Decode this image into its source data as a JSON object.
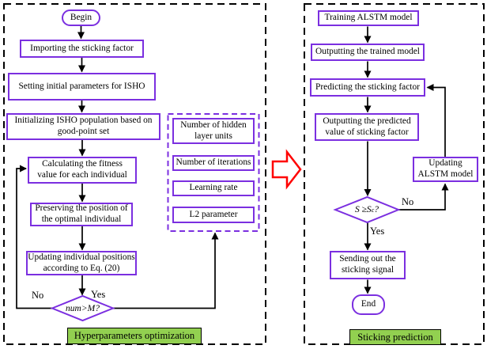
{
  "colors": {
    "purple": "#7B2FE0",
    "green": "#92D050",
    "red": "#FF0000",
    "line": "#000000"
  },
  "left_panel": {
    "title": "Hyperparameters optimization",
    "begin_label": "Begin",
    "importing": "Importing the sticking factor",
    "setting": "Setting initial parameters for ISHO",
    "initializing": [
      "Initializing ISHO population based on",
      "good-point set"
    ],
    "calculating": [
      "Calculating the fitness",
      "value for each individual"
    ],
    "preserving": [
      "Preserving the position of",
      "the optimal individual"
    ],
    "updating": [
      "Updating individual positions",
      "according to Eq. (20)"
    ],
    "decision": "num>M?",
    "no_label": "No",
    "yes_label": "Yes",
    "hyperparams": {
      "hidden_units": [
        "Number of hidden",
        "layer units"
      ],
      "iterations": "Number of iterations",
      "learning_rate": "Learning rate",
      "l2": "L2 parameter"
    }
  },
  "right_panel": {
    "title": "Sticking prediction",
    "training": "Training ALSTM model",
    "out_trained": "Outputting the trained model",
    "predicting": "Predicting the sticking factor",
    "out_predicted": [
      "Outputting the predicted",
      "value of sticking factor"
    ],
    "updating_model": [
      "Updating",
      "ALSTM model"
    ],
    "decision": {
      "main": "S ≥S",
      "sub": "c",
      "tail": "?"
    },
    "no_label": "No",
    "yes_label": "Yes",
    "sending": [
      "Sending out the",
      "sticking signal"
    ],
    "end_label": "End"
  }
}
